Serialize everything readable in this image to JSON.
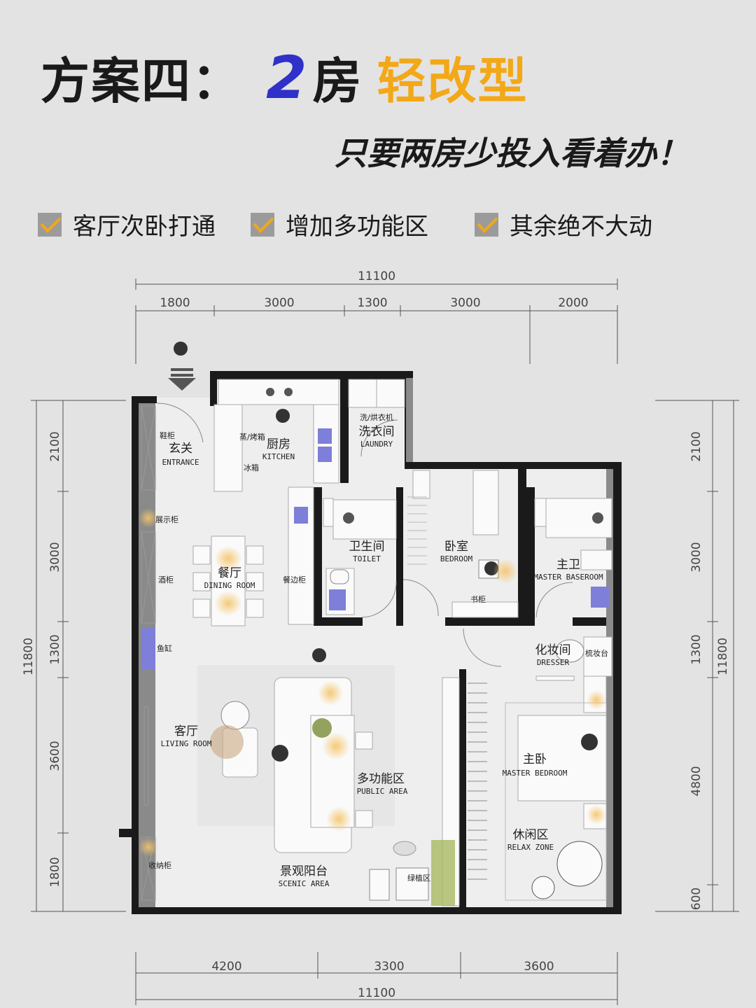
{
  "header": {
    "title_prefix": "方案四：",
    "title_number": "2",
    "title_rooms": "房",
    "title_accent": "轻改型",
    "subtitle": "只要两房少投入看着办！"
  },
  "features": [
    {
      "label": "客厅次卧打通"
    },
    {
      "label": "增加多功能区"
    },
    {
      "label": "其余绝不大动"
    }
  ],
  "colors": {
    "accent": "#f3a817",
    "number": "#2f31c9",
    "check_box": "#9b9b9b",
    "check_mark": "#f3a817",
    "wall": "#1a1a1a",
    "fixture_blue": "#7d7fd8"
  },
  "dimensions": {
    "top_total": "11100",
    "top_segments": [
      "1800",
      "3000",
      "1300",
      "3000",
      "2000"
    ],
    "bottom_segments": [
      "4200",
      "3300",
      "3600"
    ],
    "bottom_total": "11100",
    "left_segments": [
      "2100",
      "3000",
      "1300",
      "3600",
      "1800"
    ],
    "left_total": "11800",
    "right_segments": [
      "2100",
      "3000",
      "1300",
      "4800",
      "600"
    ],
    "right_total": "11800"
  },
  "rooms": {
    "entrance": {
      "cn": "玄关",
      "en": "ENTRANCE"
    },
    "kitchen": {
      "cn": "厨房",
      "en": "KITCHEN"
    },
    "laundry": {
      "cn": "洗衣间",
      "en": "LAUNDRY",
      "note": "洗/烘衣机"
    },
    "toilet": {
      "cn": "卫生间",
      "en": "TOILET"
    },
    "bedroom": {
      "cn": "卧室",
      "en": "BEDROOM"
    },
    "master_bath": {
      "cn": "主卫",
      "en": "MASTER BASEROOM"
    },
    "dining": {
      "cn": "餐厅",
      "en": "DINING ROOM"
    },
    "dresser": {
      "cn": "化妆间",
      "en": "DRESSER"
    },
    "living": {
      "cn": "客厅",
      "en": "LIVING ROOM"
    },
    "public_area": {
      "cn": "多功能区",
      "en": "PUBLIC AREA"
    },
    "master_bedroom": {
      "cn": "主卧",
      "en": "MASTER BEDROOM"
    },
    "relax_zone": {
      "cn": "休闲区",
      "en": "RELAX ZONE"
    },
    "scenic": {
      "cn": "景观阳台",
      "en": "SCENIC AREA"
    }
  },
  "fixtures": {
    "shoe_cabinet": "鞋柜",
    "display_cabinet": "展示柜",
    "wine_cabinet": "酒柜",
    "fish_tank": "鱼缸",
    "storage_cabinet": "收纳柜",
    "steam_oven": "蒸/烤箱",
    "fridge": "冰箱",
    "sideboard": "餐边柜",
    "desk_cabinet": "书柜",
    "vanity": "梳妆台",
    "planter": "绿植区"
  }
}
